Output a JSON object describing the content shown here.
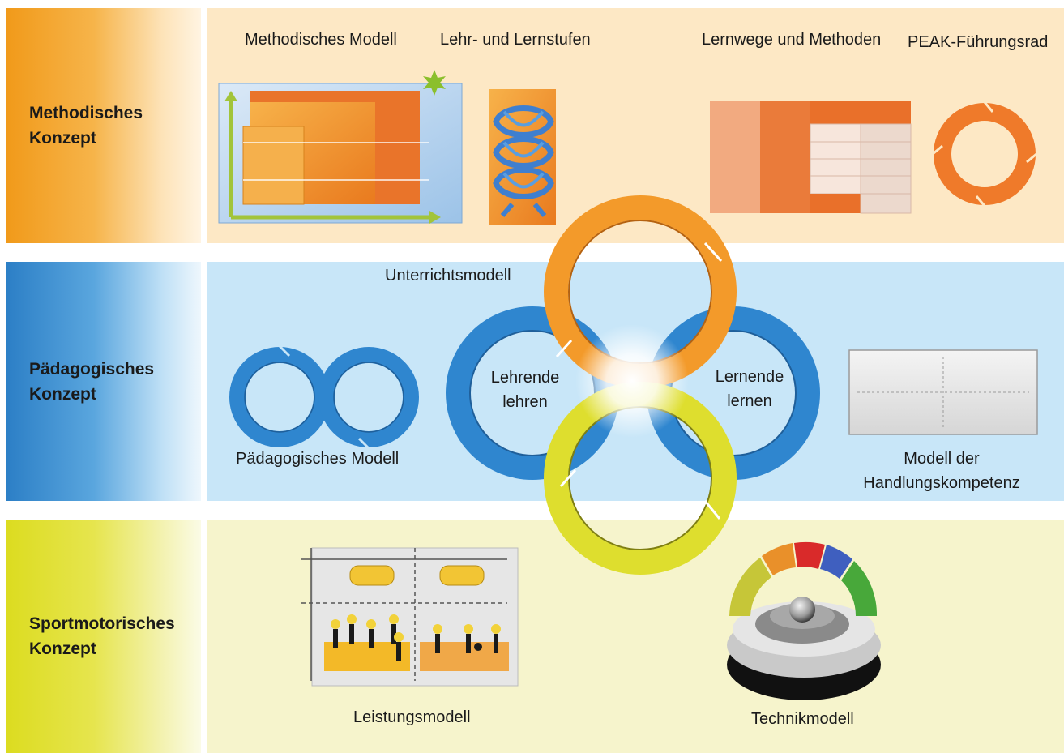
{
  "sections": {
    "methodisch": "Methodisches\nKonzept",
    "paedagogisch": "Pädagogisches\nKonzept",
    "sportmotorisch": "Sportmotorisches\nKonzept"
  },
  "labels": {
    "methodisches_modell": "Methodisches Modell",
    "lehr_lernstufen": "Lehr- und Lernstufen",
    "lernwege_methoden": "Lernwege und Methoden",
    "peak_fuehrungsrad": "PEAK-Führungsrad",
    "unterrichtsmodell": "Unterrichtsmodell",
    "lehrende_lehren": "Lehrende\nlehren",
    "lernende_lernen": "Lernende\nlernen",
    "paedagogisches_modell": "Pädagogisches Modell",
    "modell_handlungskompetenz": "Modell der\nHandlungskompetenz",
    "leistungsmodell": "Leistungsmodell",
    "technikmodell": "Technikmodell"
  },
  "colors": {
    "orange": "#f39a2a",
    "blue": "#2f86cf",
    "yellow": "#dede2e"
  }
}
